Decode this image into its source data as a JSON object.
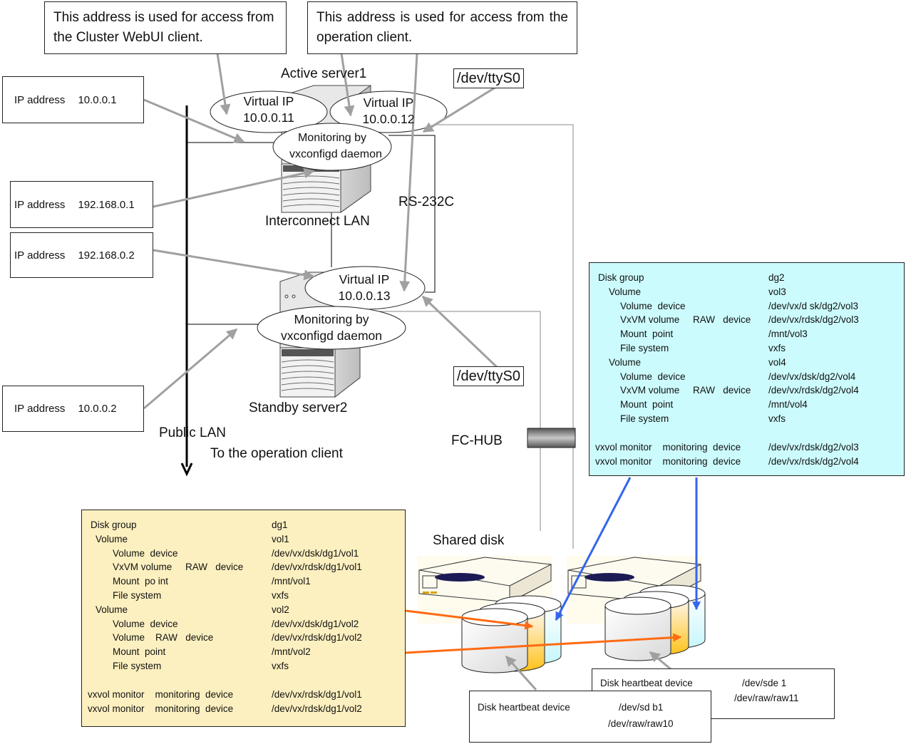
{
  "notes": {
    "webui": "This address is used for access from the Cluster WebUI client.",
    "operation": "This address is used for access from the operation client."
  },
  "servers": {
    "active": "Active server1",
    "standby": "Standby server2"
  },
  "ip_boxes": [
    {
      "label": "IP address",
      "value": "10.0.0.1"
    },
    {
      "label": "IP address",
      "value": "192.168.0.1"
    },
    {
      "label": "IP address",
      "value": "192.168.0.2"
    },
    {
      "label": "IP address",
      "value": "10.0.0.2"
    }
  ],
  "virtual_ips": [
    {
      "label": "Virtual IP",
      "value": "10.0.0.11"
    },
    {
      "label": "Virtual IP",
      "value": "10.0.0.12"
    },
    {
      "label": "Virtual  IP",
      "value": "10.0.0.13"
    }
  ],
  "monitoring": {
    "line1": "Monitoring by",
    "line2": "vxconfigd daemon"
  },
  "labels": {
    "interconnect": "Interconnect LAN",
    "rs232c": "RS-232C",
    "public_lan": "Public LAN",
    "to_client": "To the operation client",
    "fc_hub": "FC-HUB",
    "shared_disk": "Shared disk"
  },
  "tty": {
    "top": "/dev/ttyS0",
    "bottom": "/dev/ttyS0"
  },
  "dg1": {
    "rows": [
      {
        "key": "Disk group",
        "value": "dg1",
        "indent": 0
      },
      {
        "key": "Volume",
        "value": "vol1",
        "indent": 1
      },
      {
        "key": "Volume  device",
        "value": "/dev/vx/dsk/dg1/vol1",
        "indent": 2
      },
      {
        "key": "VxVM volume     RAW   device",
        "value": "/dev/vx/rdsk/dg1/vol1",
        "indent": 2
      },
      {
        "key": "Mount  po int",
        "value": "/mnt/vol1",
        "indent": 2
      },
      {
        "key": "File system",
        "value": "vxfs",
        "indent": 2
      },
      {
        "key": "Volume",
        "value": "vol2",
        "indent": 1
      },
      {
        "key": "Volume  device",
        "value": "/dev/vx/dsk/dg1/vol2",
        "indent": 2
      },
      {
        "key": "Volume    RAW   device",
        "value": "/dev/vx/rdsk/dg1/vol2",
        "indent": 2
      },
      {
        "key": "Mount  point",
        "value": "/mnt/vol2",
        "indent": 2
      },
      {
        "key": "File system",
        "value": "vxfs",
        "indent": 2
      }
    ],
    "monitors": [
      {
        "key": "vxvol monitor    monitoring  device",
        "value": "/dev/vx/rdsk/dg1/vol1"
      },
      {
        "key": "vxvol monitor    monitoring  device",
        "value": "/dev/vx/rdsk/dg1/vol2"
      }
    ]
  },
  "dg2": {
    "rows": [
      {
        "key": "Disk group",
        "value": "dg2",
        "indent": 0
      },
      {
        "key": "Volume",
        "value": "vol3",
        "indent": 1
      },
      {
        "key": "Volume  device",
        "value": "/dev/vx/d sk/dg2/vol3",
        "indent": 2
      },
      {
        "key": "VxVM volume     RAW   device",
        "value": "/dev/vx/rdsk/dg2/vol3",
        "indent": 2
      },
      {
        "key": "Mount  point",
        "value": "/mnt/vol3",
        "indent": 2
      },
      {
        "key": "File system",
        "value": "vxfs",
        "indent": 2
      },
      {
        "key": "Volume",
        "value": "vol4",
        "indent": 1
      },
      {
        "key": "Volume  device",
        "value": "/dev/vx/dsk/dg2/vol4",
        "indent": 2
      },
      {
        "key": "VxVM volume     RAW   device",
        "value": "/dev/vx/rdsk/dg2/vol4",
        "indent": 2
      },
      {
        "key": "Mount  point",
        "value": "/mnt/vol4",
        "indent": 2
      },
      {
        "key": "File system",
        "value": "vxfs",
        "indent": 2
      }
    ],
    "monitors": [
      {
        "key": "vxvol monitor    monitoring  device",
        "value": "/dev/vx/rdsk/dg2/vol3"
      },
      {
        "key": "vxvol monitor    monitoring  device",
        "value": "/dev/vx/rdsk/dg2/vol4"
      }
    ]
  },
  "heartbeats": [
    {
      "label": "Disk heartbeat  device",
      "dev1": "/dev/sde  1",
      "dev2": "/dev/raw/raw11"
    },
    {
      "label": "Disk heartbeat  device",
      "dev1": "/dev/sd  b1",
      "dev2": "/dev/raw/raw10"
    }
  ],
  "colors": {
    "dg1_bg": "#fdf0c0",
    "dg2_bg": "#ccfbfd",
    "callout_arrow": "#a0a0a0",
    "orange_arrow": "#ff6a13",
    "blue_arrow": "#3366ee"
  }
}
